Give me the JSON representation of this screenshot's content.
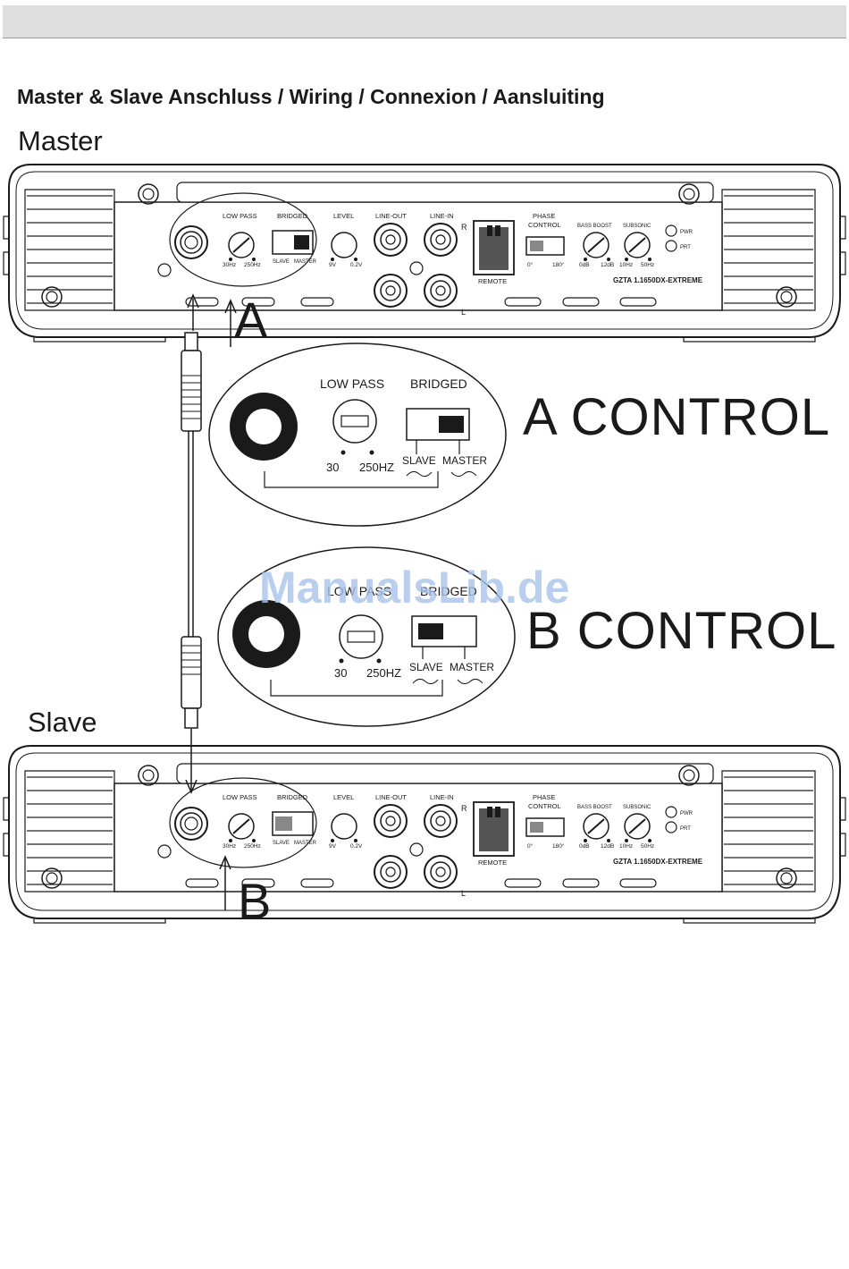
{
  "heading": "Master & Slave Anschluss / Wiring / Connexion / Aansluiting",
  "labels": {
    "master": "Master",
    "slave": "Slave",
    "point_a": "A",
    "point_b": "B"
  },
  "amp_panel": {
    "low_pass": "LOW PASS",
    "bridged": "BRIDGED",
    "level": "LEVEL",
    "line_out": "LINE-OUT",
    "line_in": "LINE-IN",
    "r": "R",
    "l": "L",
    "hz30": "30Hz",
    "hz250": "250Hz",
    "slave": "SLAVE",
    "master": "MASTER",
    "v9": "9V",
    "v02": "0.2V",
    "remote": "REMOTE",
    "phase": "PHASE",
    "control": "CONTROL",
    "deg0": "0°",
    "deg180": "180°",
    "bass_boost": "BASS BOOST",
    "db0": "0dB",
    "db12": "12dB",
    "subsonic": "SUBSONIC",
    "hz10": "10Hz",
    "hz50": "50Hz",
    "pwr": "PWR",
    "prt": "PRT",
    "model": "GZTA 1.1650DX-EXTREME"
  },
  "control_a": {
    "title": "A  CONTROL",
    "low_pass": "LOW  PASS",
    "bridged": "BRIDGED",
    "f30": "30",
    "f250": "250HZ",
    "slave": "SLAVE",
    "master": "MASTER"
  },
  "control_b": {
    "title": "B  CONTROL",
    "low_pass": "LOW  PASS",
    "bridged": "BRIDGED",
    "f30": "30",
    "f250": "250HZ",
    "slave": "SLAVE",
    "master": "MASTER"
  },
  "watermark": "ManualsLib.de",
  "colors": {
    "line": "#1a1a1a",
    "topbar": "#dedede",
    "watermark": "#a9c3ea"
  }
}
